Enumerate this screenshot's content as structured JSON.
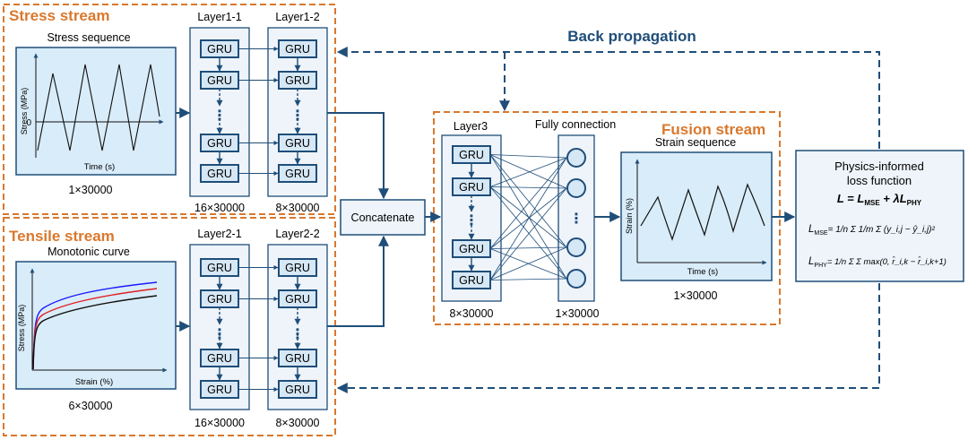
{
  "colors": {
    "accent": "#d9782d",
    "navy": "#1f4e79",
    "gru_fill": "#d6e7f5",
    "panel_fill": "#ffffff",
    "layer_fill": "#eef4fa",
    "plot_fill": "#d9ecf9",
    "blue_curve": "#1a1aff",
    "red_curve": "#e02020"
  },
  "stress_stream": {
    "title": "Stress stream",
    "plot_title": "Stress sequence",
    "ylabel": "Stress (MPa)",
    "xlabel": "Time (s)",
    "zero_label": "0",
    "dim": "1×30000",
    "layer_a": "Layer1-1",
    "layer_b": "Layer1-2",
    "dim_a": "16×30000",
    "dim_b": "8×30000"
  },
  "tensile_stream": {
    "title": "Tensile stream",
    "plot_title": "Monotonic curve",
    "ylabel": "Stress (MPa)",
    "xlabel": "Strain (%)",
    "dim": "6×30000",
    "layer_a": "Layer2-1",
    "layer_b": "Layer2-2",
    "dim_a": "16×30000",
    "dim_b": "8×30000"
  },
  "gru_label": "GRU",
  "ellipsis": "⋮",
  "concatenate": "Concatenate",
  "back_propagation": "Back propagation",
  "fusion_stream": {
    "title": "Fusion stream",
    "layer3": "Layer3",
    "fc": "Fully connection",
    "dim_layer3": "8×30000",
    "dim_fc": "1×30000",
    "plot_title": "Strain sequence",
    "ylabel": "Strain (%)",
    "xlabel": "Time (s)",
    "dim_plot": "1×30000"
  },
  "loss": {
    "title_line1": "Physics-informed",
    "title_line2": "loss function",
    "eq_main": "L = L",
    "eq_main_sub": "MSE",
    "eq_main_rest": " + λL",
    "eq_main_sub2": "PHY",
    "mse_label": "L",
    "mse_sub": "MSE",
    "mse_rhs": "= 1/n Σ 1/m Σ (y_i,j − ŷ_i,j)²",
    "phy_label": "L",
    "phy_sub": "PHY",
    "phy_rhs": "= 1/n Σ Σ max(0, r̂_i,k − r̂_i,k+1)"
  }
}
